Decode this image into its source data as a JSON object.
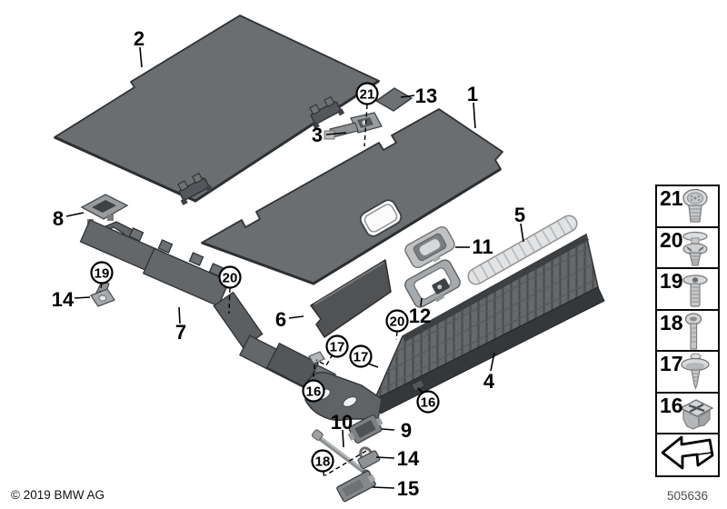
{
  "diagram": {
    "description": "Exploded parts view - luggage compartment floor trim panels with fasteners",
    "callouts": {
      "n1": "1",
      "n2": "2",
      "n3": "3",
      "n4": "4",
      "n5": "5",
      "n6": "6",
      "n7": "7",
      "n8": "8",
      "n9": "9",
      "n10": "10",
      "n11": "11",
      "n12": "12",
      "n13": "13",
      "n14": "14",
      "n15": "15",
      "n16": "16",
      "n17": "17",
      "n18": "18",
      "n19": "19",
      "n20": "20",
      "n21": "21"
    },
    "colors": {
      "panel_gray": "#6a6e70",
      "dark_gray": "#4a4d50",
      "light_part_gray": "#c6c8ca",
      "outline": "#303335"
    }
  },
  "legend": {
    "items": [
      {
        "number": "21",
        "icon": "torx-screw-icon"
      },
      {
        "number": "20",
        "icon": "expanding-rivet-icon"
      },
      {
        "number": "19",
        "icon": "countersunk-screw-icon"
      },
      {
        "number": "18",
        "icon": "long-screw-icon"
      },
      {
        "number": "17",
        "icon": "washer-screw-icon"
      },
      {
        "number": "16",
        "icon": "expanding-nut-icon"
      }
    ],
    "arrow_icon": "direction-arrow-icon"
  },
  "footer": {
    "copyright": "© 2019 BMW AG",
    "diagram_number": "505636"
  }
}
